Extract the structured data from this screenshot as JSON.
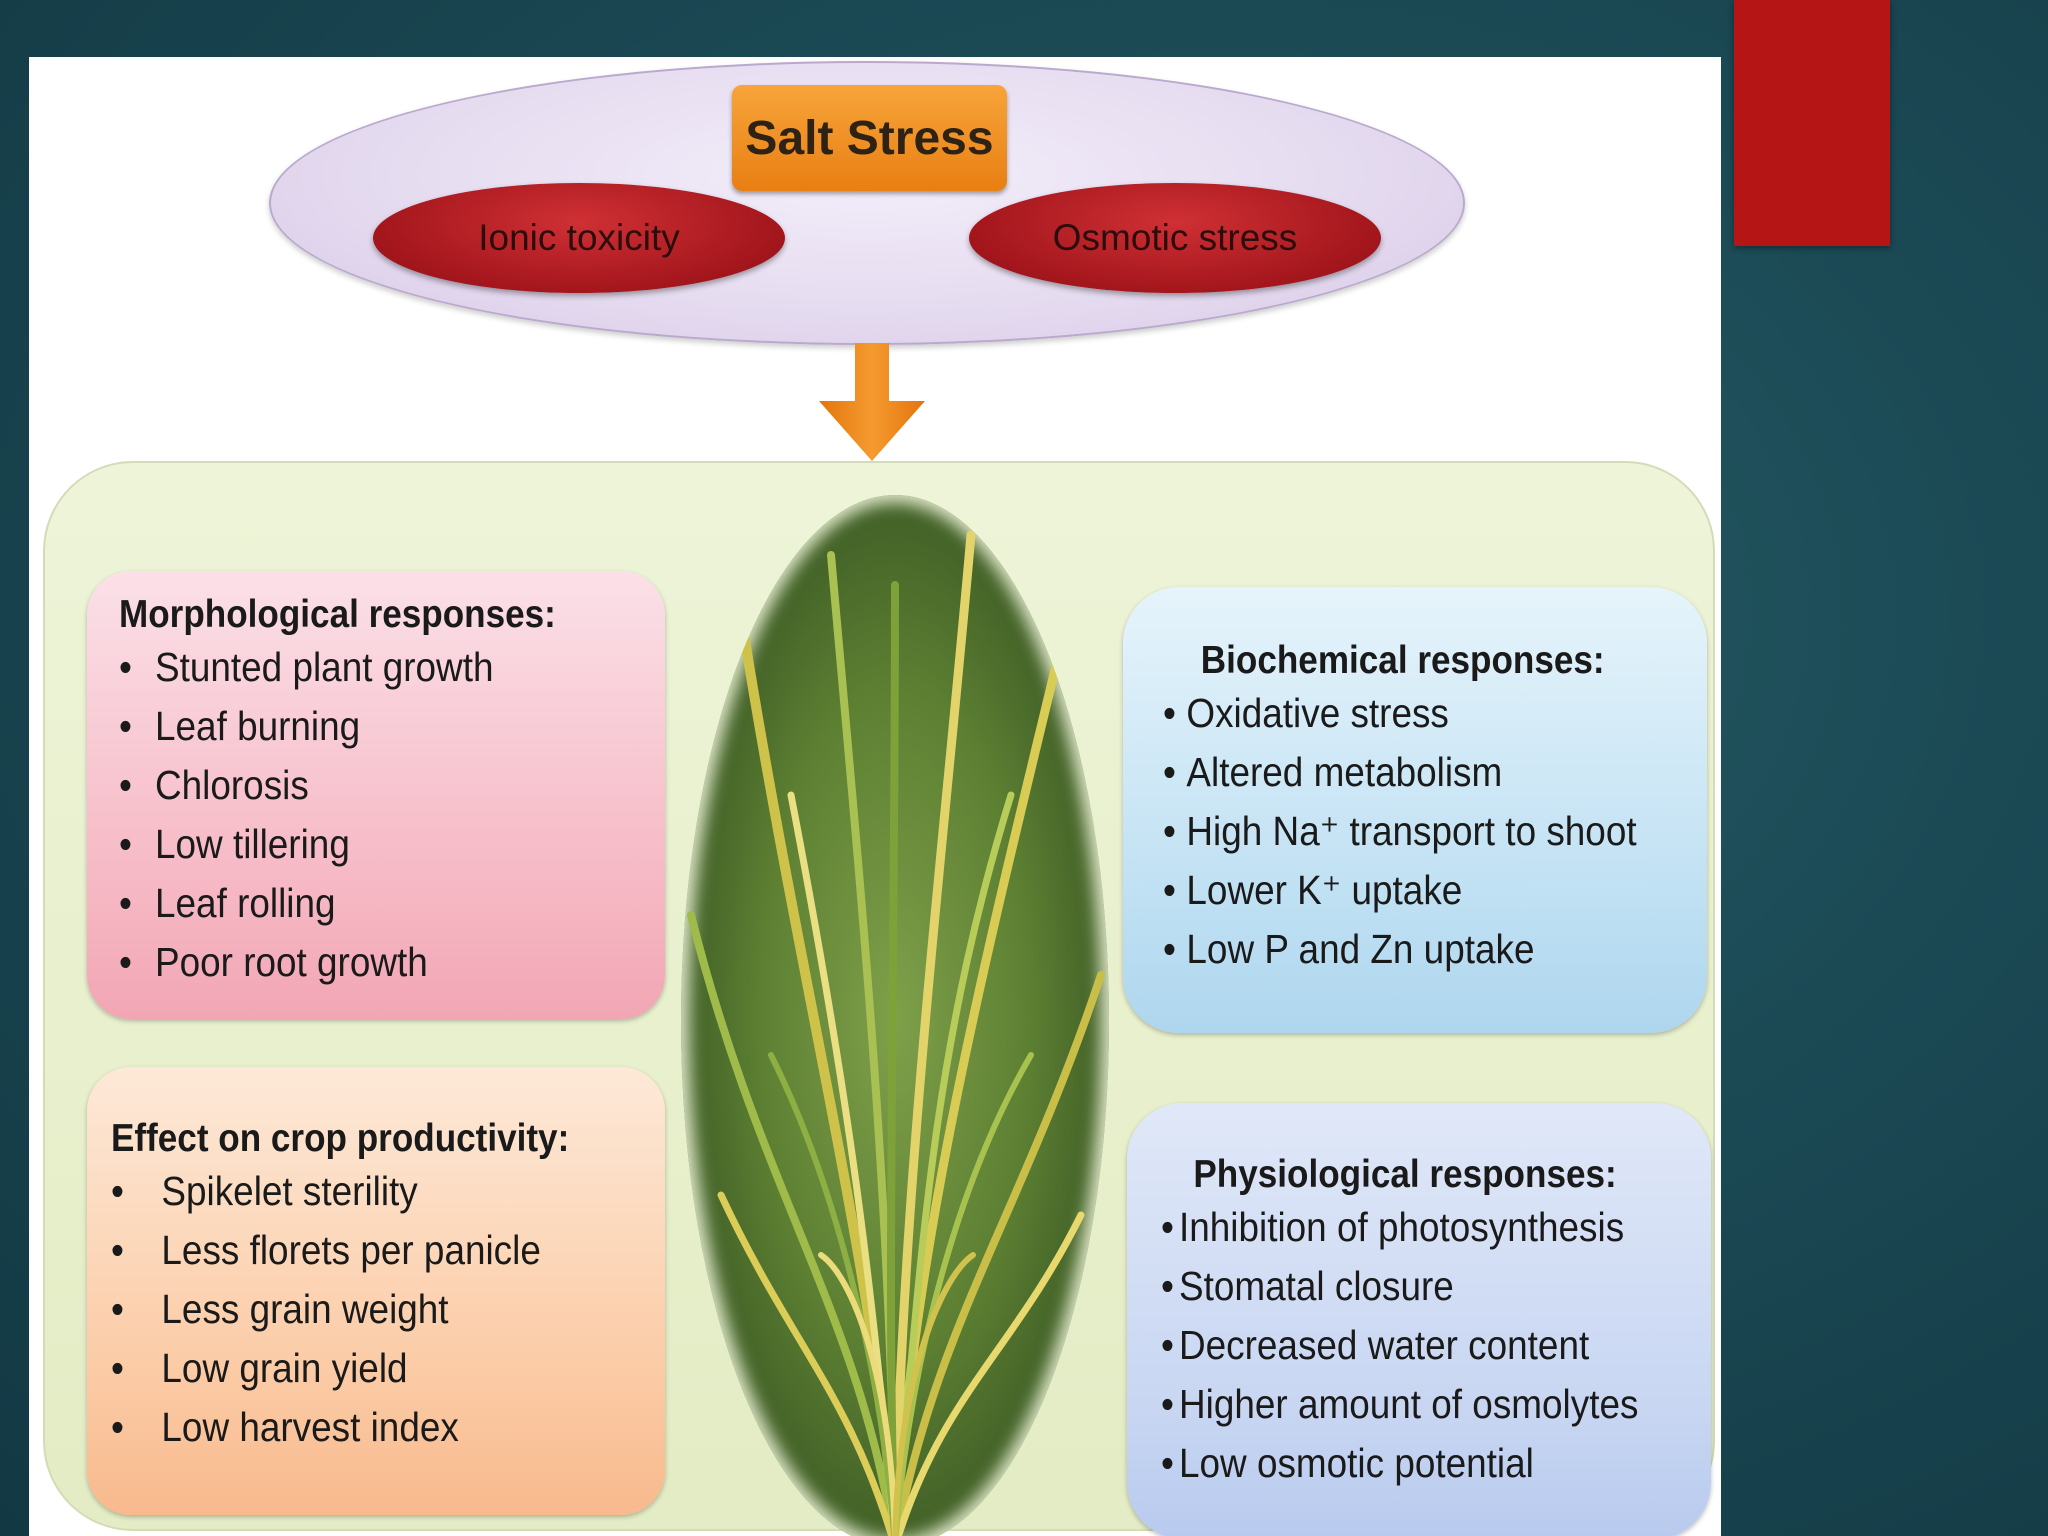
{
  "diagram": {
    "root": "Salt Stress",
    "causes": [
      "Ionic toxicity",
      "Osmotic stress"
    ],
    "morphological": {
      "title": "Morphological responses:",
      "items": [
        "Stunted plant growth",
        "Leaf burning",
        "Chlorosis",
        "Low tillering",
        "Leaf rolling",
        "Poor root growth"
      ]
    },
    "crop": {
      "title": "Effect on crop productivity:",
      "items": [
        "Spikelet sterility",
        "Less florets per panicle",
        "Less grain weight",
        "Low grain yield",
        "Low harvest index"
      ]
    },
    "biochemical": {
      "title": "Biochemical responses:",
      "items": [
        "Oxidative stress",
        "Altered metabolism",
        "High Na⁺ transport to shoot",
        "Lower K⁺ uptake",
        "Low P and Zn uptake"
      ]
    },
    "physiological": {
      "title": "Physiological responses:",
      "items": [
        "Inhibition of photosynthesis",
        "Stomatal closure",
        "Decreased water content",
        "Higher amount of osmolytes",
        "Low osmotic potential"
      ]
    },
    "bullet": "•"
  },
  "colors": {
    "slide_background": "#1b4a55",
    "accent_red": "#b51515",
    "salt_box": "#e87f13",
    "cause_oval": "#a3161c",
    "arrow": "#e87f13",
    "morph_box": "#f6b8c4",
    "crop_box": "#fbcaa4",
    "bio_box": "#bfe0f3",
    "phys_box": "#c8d6f2"
  },
  "image": {
    "plant_photo": "rice-plant-photo"
  }
}
